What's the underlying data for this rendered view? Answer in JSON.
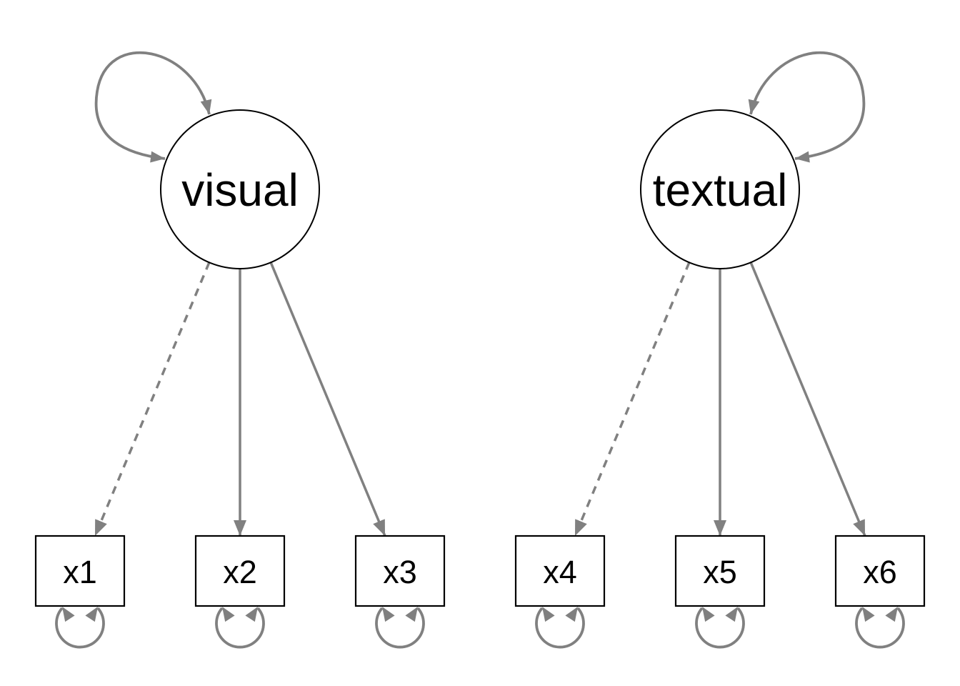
{
  "diagram": {
    "kind": "structural-equation-model-path-diagram",
    "latents": [
      {
        "label": "visual",
        "shape": "circle",
        "indicators": [
          "x1",
          "x2",
          "x3"
        ],
        "variance_self_loop": true
      },
      {
        "label": "textual",
        "shape": "circle",
        "indicators": [
          "x4",
          "x5",
          "x6"
        ],
        "variance_self_loop": true
      }
    ],
    "manifests": [
      {
        "label": "x1",
        "shape": "rectangle",
        "residual_self_loop": true
      },
      {
        "label": "x2",
        "shape": "rectangle",
        "residual_self_loop": true
      },
      {
        "label": "x3",
        "shape": "rectangle",
        "residual_self_loop": true
      },
      {
        "label": "x4",
        "shape": "rectangle",
        "residual_self_loop": true
      },
      {
        "label": "x5",
        "shape": "rectangle",
        "residual_self_loop": true
      },
      {
        "label": "x6",
        "shape": "rectangle",
        "residual_self_loop": true
      }
    ],
    "edges": [
      {
        "from": "visual",
        "to": "x1",
        "style": "dashed",
        "arrow": "single-headed"
      },
      {
        "from": "visual",
        "to": "x2",
        "style": "solid",
        "arrow": "single-headed"
      },
      {
        "from": "visual",
        "to": "x3",
        "style": "solid",
        "arrow": "single-headed"
      },
      {
        "from": "textual",
        "to": "x4",
        "style": "dashed",
        "arrow": "single-headed"
      },
      {
        "from": "textual",
        "to": "x5",
        "style": "solid",
        "arrow": "single-headed"
      },
      {
        "from": "textual",
        "to": "x6",
        "style": "solid",
        "arrow": "single-headed"
      },
      {
        "from": "visual",
        "to": "visual",
        "style": "solid",
        "arrow": "double-headed",
        "type": "variance"
      },
      {
        "from": "textual",
        "to": "textual",
        "style": "solid",
        "arrow": "double-headed",
        "type": "variance"
      },
      {
        "from": "x1",
        "to": "x1",
        "style": "solid",
        "arrow": "double-headed",
        "type": "residual-variance"
      },
      {
        "from": "x2",
        "to": "x2",
        "style": "solid",
        "arrow": "double-headed",
        "type": "residual-variance"
      },
      {
        "from": "x3",
        "to": "x3",
        "style": "solid",
        "arrow": "double-headed",
        "type": "residual-variance"
      },
      {
        "from": "x4",
        "to": "x4",
        "style": "solid",
        "arrow": "double-headed",
        "type": "residual-variance"
      },
      {
        "from": "x5",
        "to": "x5",
        "style": "solid",
        "arrow": "double-headed",
        "type": "residual-variance"
      },
      {
        "from": "x6",
        "to": "x6",
        "style": "solid",
        "arrow": "double-headed",
        "type": "residual-variance"
      }
    ],
    "colors": {
      "edge": "#808080",
      "node_border": "#000000",
      "node_fill": "#ffffff",
      "label": "#000000",
      "background": "#ffffff"
    }
  }
}
